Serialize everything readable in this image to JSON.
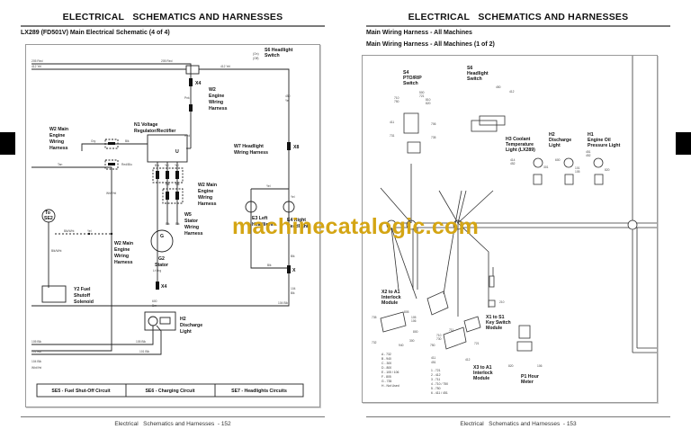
{
  "left_page": {
    "header": "ELECTRICAL   SCHEMATICS AND HARNESSES",
    "subtitle": "LX289 (FD501V) Main Electrical Schematic (4 of 4)",
    "footer": "Electrical   Schematics and Harnesses  - 152",
    "wire_labels": {
      "w205_red_left": "205 Red",
      "w205_red_right": "205 Red",
      "w412_yel_left": "412 Yel",
      "w412_yel_right": "412 Yel",
      "pnk": "Pnk",
      "red": "Red",
      "w450": "450",
      "w450_yel": "Yel",
      "gry": "Gry",
      "blk1": "Blk",
      "tan": "Tan",
      "red_blu": "Red/Blu",
      "brn": "Brn",
      "yel_a": "Yel",
      "yel_b": "Yel",
      "blk_a": "Blk",
      "blk_b": "Blk",
      "blk_c": "Blk",
      "blk_d": "Blk",
      "wht_yel": "Wht/Yel",
      "blk_wht_a": "Blk/Wht",
      "yel_c": "Yel",
      "blk_wht_b": "Blk/Wht",
      "lt_org": "Lt Org",
      "w600": "600",
      "w600_brn": "Brn",
      "yel_top": "Yel",
      "yel_right": "Yel",
      "blk_e3": "Blk",
      "blk_e4": "Blk",
      "w104": "104",
      "w104_blk": "Blk",
      "w105_blk_left": "105 Blk",
      "w105_blk_right": "105 Blk",
      "w101_blk_left": "101 Blk",
      "w101_blk_right": "101 Blk",
      "w104_blk_left": "104 Blk",
      "w104_blk_right": "104 Blk",
      "wht_yel_bottom": "Wht/Yel",
      "on": "(On)",
      "off": "(Off)"
    },
    "components": {
      "s6": [
        "S6 Headlight",
        "Switch"
      ],
      "x4_top": "X4",
      "w2_engine": [
        "W2",
        "Engine",
        "Wiring",
        "Harness"
      ],
      "w2_main_top": [
        "W2 Main",
        "Engine",
        "Wiring",
        "Harness"
      ],
      "n1": [
        "N1 Voltage",
        "Regulator/Rectifier"
      ],
      "w7": [
        "W7 Headlight",
        "Wiring Harness"
      ],
      "x8": "X8",
      "e3": [
        "E3 Left",
        "Headlight"
      ],
      "e4": [
        "E4 Right",
        "Headlight"
      ],
      "w2_main_mid": [
        "W2 Main",
        "Engine",
        "Wiring",
        "Harness"
      ],
      "w5": [
        "W5",
        "Stator",
        "Wiring",
        "Harness"
      ],
      "to_se2": [
        "To",
        "SE2"
      ],
      "w2_main_low": [
        "W2 Main",
        "Engine",
        "Wiring",
        "Harness"
      ],
      "g2": [
        "G2",
        "Stator"
      ],
      "g": "G",
      "u": "U",
      "x4_bottom": "X4",
      "x_mid": "X",
      "y2": [
        "Y2 Fuel",
        "Shutoff",
        "Solenoid"
      ],
      "h2": [
        "H2",
        "Discharge",
        "Light"
      ]
    },
    "circuits": [
      "SE5 - Fuel Shut-Off Circuit",
      "SE6 - Charging Circuit",
      "SE7 - Headlights Circuits"
    ]
  },
  "right_page": {
    "header": "ELECTRICAL   SCHEMATICS AND HARNESSES",
    "subtitle_1": "Main Wiring Harness - All Machines",
    "subtitle_2": "Main Wiring Harness - All Machines (1 of 2)",
    "footer": "Electrical   Schematics and Harnesses  - 153",
    "components": {
      "s4": [
        "S4",
        "PTO/RIP",
        "Switch"
      ],
      "s4_pins": {
        "p500_721": [
          "500",
          "721"
        ],
        "p710_750": [
          "710",
          "750"
        ],
        "p810_820": [
          "810",
          "820"
        ],
        "p411": "411",
        "p706": "706",
        "p731": "731",
        "p735": "735"
      },
      "s6": [
        "S6",
        "Headlight",
        "Switch"
      ],
      "s6_pins": {
        "p450": "450",
        "p412": "412"
      },
      "h3": [
        "H3 Coolant",
        "Temperature",
        "Light (LX289)"
      ],
      "h3_pins": {
        "p414_452": [
          "414",
          "452"
        ],
        "p301": "301"
      },
      "h2": [
        "H2",
        "Discharge",
        "Light"
      ],
      "h2_pins": {
        "p600": "600",
        "p101_105": [
          "101",
          "105"
        ]
      },
      "h1": [
        "H1",
        "Engine Oil",
        "Pressure Light"
      ],
      "h1_pins": {
        "p451_452": [
          "451",
          "452"
        ],
        "p820": "820"
      },
      "x2": [
        "X2 to A1",
        "Interlock",
        "Module"
      ],
      "x2_pins": {
        "p735": "735",
        "p805": "805",
        "p105_106": [
          "105",
          "106"
        ],
        "p800": "800",
        "p300": "300",
        "p732": "732",
        "p940": "940"
      },
      "x2_legend": [
        "A - 732",
        "B - 940",
        "C - 300",
        "D - 800",
        "E - 105 / 106",
        "F - 805",
        "G - 735",
        "H - Not Used"
      ],
      "x3": [
        "X3 to A1",
        "Interlock",
        "Module"
      ],
      "x3_pins": {
        "p711": "711",
        "p710_730": [
          "710",
          "730"
        ],
        "p750": "750",
        "p721": "721",
        "p411_451": [
          "411",
          "451"
        ],
        "p412": "412"
      },
      "x3_legend": [
        "1 - 721",
        "2 - 412",
        "3 - 711",
        "4 - 710 / 750",
        "5 - 750",
        "6 - 411 / 451"
      ],
      "x1": [
        "X1 to S1",
        "Key Switch",
        "Module"
      ],
      "x1_pin": "210",
      "p1": [
        "P1 Hour",
        "Meter"
      ],
      "p1_pins": {
        "p820": "820",
        "p106": "106"
      }
    }
  },
  "watermark": "machinecatalogic.com"
}
